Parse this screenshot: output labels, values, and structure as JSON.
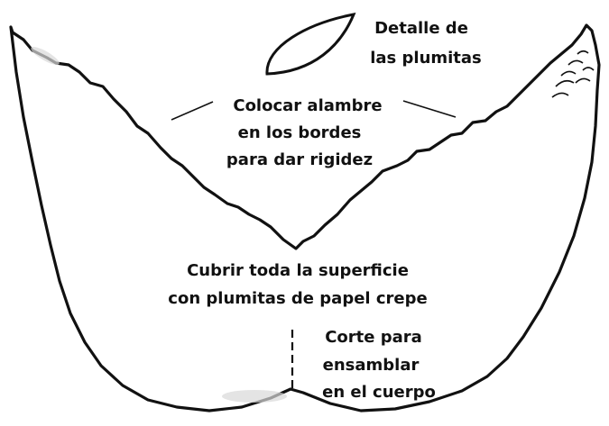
{
  "labels": {
    "feather_detail": [
      "Detalle de",
      "las plumitas"
    ],
    "wire_note": [
      "Colocar alambre",
      "en los bordes",
      "para dar rigidez"
    ],
    "cover_note": [
      "Cubrir toda la superficie",
      "con plumitas de papel crepe"
    ],
    "cut_note": [
      "Corte para",
      "ensamblar",
      "en el cuerpo"
    ]
  },
  "colors": {
    "ink": "#111111",
    "paper": "#ffffff",
    "shade": "#d9d9d9"
  }
}
